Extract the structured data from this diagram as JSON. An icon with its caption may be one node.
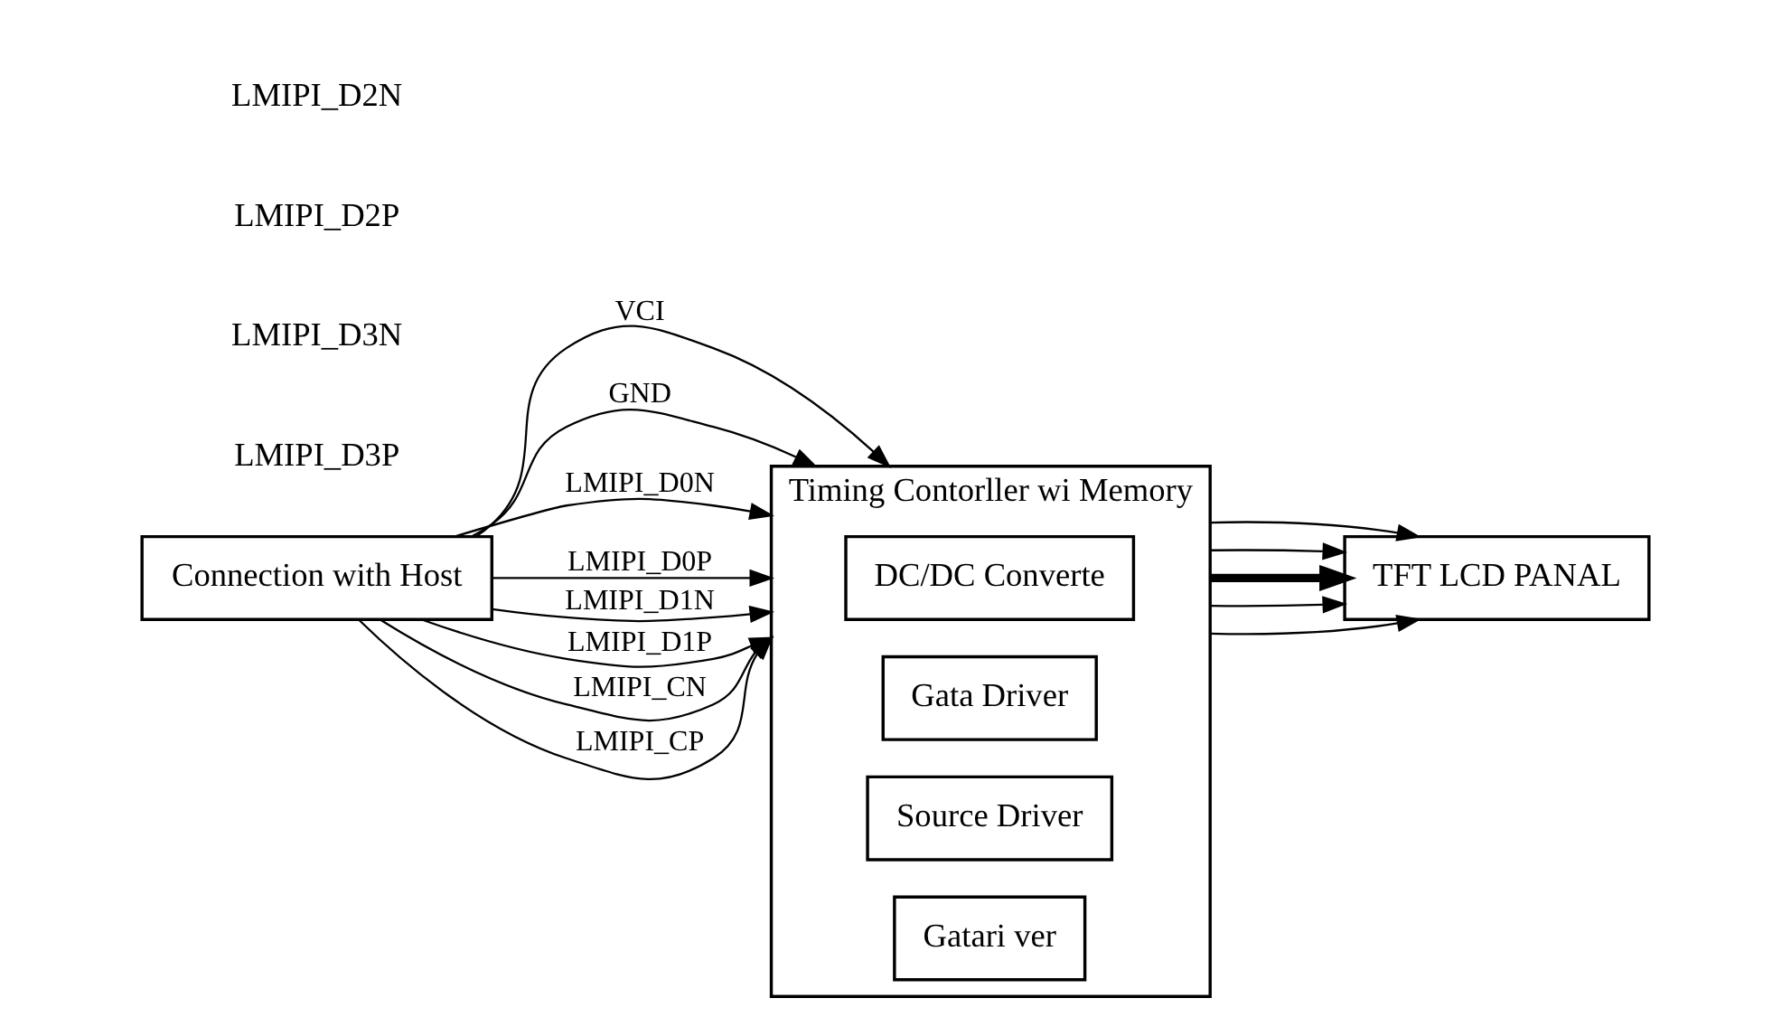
{
  "diagram": {
    "nodes": [
      {
        "text": [
          "Connection with Host"
        ]
      },
      {
        "text": [
          "Timing Contorller wi Memory"
        ]
      },
      {
        "text": [
          "DC/DC Converte"
        ],
        "in": 1
      },
      {
        "text": [
          "Gata Driver"
        ],
        "in": 1
      },
      {
        "text": [
          "Source Driver"
        ],
        "in": 1
      },
      {
        "text": [
          "Gatari ver"
        ],
        "in": 1
      },
      {
        "text": [
          "TFT LCD PANAL"
        ]
      }
    ],
    "edges": [
      {
        "from": 0,
        "to": 1,
        "arrow": "to",
        "label": "VCI"
      },
      {
        "from": 0,
        "to": 1,
        "arrow": "to",
        "label": "GND"
      },
      {
        "from": 0,
        "to": 1,
        "arrow": "to",
        "label": "LMIPI_D0N"
      },
      {
        "from": 0,
        "to": 1,
        "arrow": "to",
        "label": "LMIPI_D0P"
      },
      {
        "from": 0,
        "to": 1,
        "arrow": "to",
        "label": "LMIPI_D1N"
      },
      {
        "from": 0,
        "to": 1,
        "arrow": "to",
        "label": "LMIPI_D1P"
      },
      {
        "from": 0,
        "to": 1,
        "arrow": "to",
        "label": "LMIPI_CN"
      },
      {
        "from": 0,
        "to": 1,
        "arrow": "to",
        "label": "LMIPI_CP"
      },
      {
        "from": 1,
        "to": 6,
        "arrow": "to"
      },
      {
        "from": 1,
        "to": 6,
        "arrow": "to"
      },
      {
        "from": 1,
        "to": 6,
        "arrow": "to",
        "style": "thick"
      },
      {
        "from": 1,
        "to": 6,
        "arrow": "to"
      },
      {
        "from": 1,
        "to": 6,
        "arrow": "to"
      }
    ],
    "labels": [
      "LMIPI_D2N",
      "LMIPI_D2P",
      "LMIPI_D3N",
      "LMIPI_D3P"
    ]
  }
}
